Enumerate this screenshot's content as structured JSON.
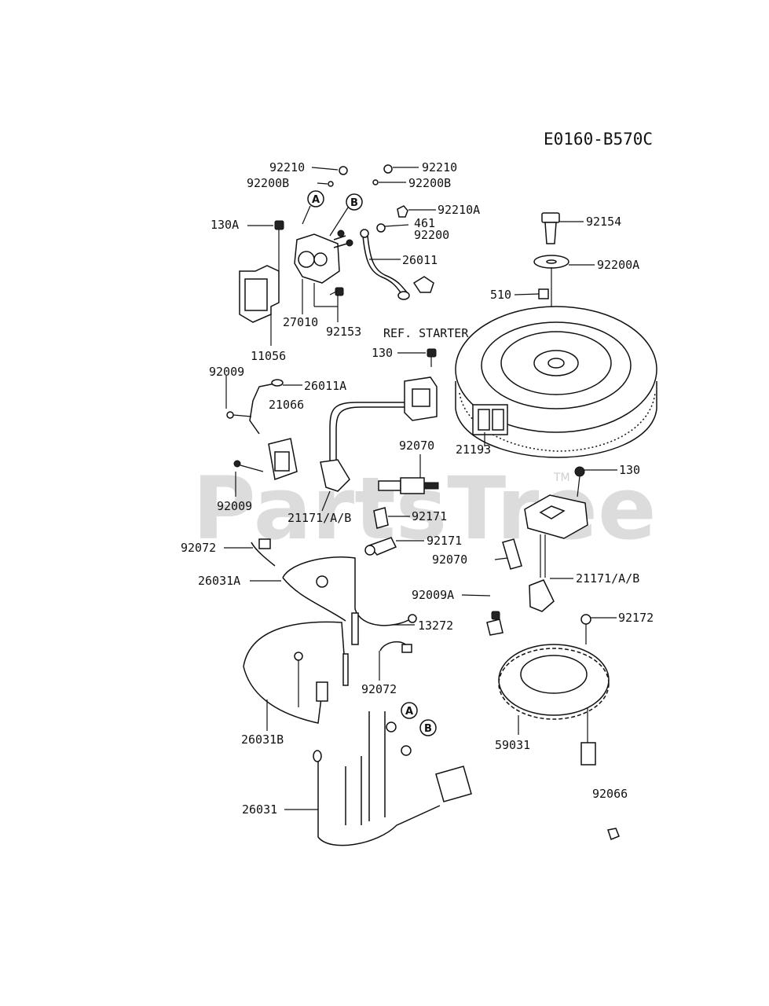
{
  "diagram_code": "E0160-B570C",
  "watermark": {
    "text": "PartsTree",
    "trademark": "TM"
  },
  "reference_note": "REF. STARTER",
  "callouts": [
    "A",
    "B"
  ],
  "part_labels": {
    "p92210_left": "92210",
    "p92210_right": "92210",
    "p92200B_left": "92200B",
    "p92200B_right": "92200B",
    "p92210A": "92210A",
    "p461": "461",
    "p92200": "92200",
    "p130A": "130A",
    "p26011": "26011",
    "p27010": "27010",
    "p92153": "92153",
    "p11056": "11056",
    "p92154": "92154",
    "p92200A": "92200A",
    "p510": "510",
    "p130_top": "130",
    "p92009_top": "92009",
    "p26011A": "26011A",
    "p21066": "21066",
    "p92070_top": "92070",
    "p21193": "21193",
    "p130_right": "130",
    "p92009_bottom": "92009",
    "p21171_left": "21171/A/B",
    "p92171_a": "92171",
    "p92072_top": "92072",
    "p92171_b": "92171",
    "p92070_right": "92070",
    "p26031A": "26031A",
    "p21171_right": "21171/A/B",
    "p92009A": "92009A",
    "p13272": "13272",
    "p92172": "92172",
    "p92072_bottom": "92072",
    "p59031": "59031",
    "p26031B": "26031B",
    "p92066": "92066",
    "p26031": "26031"
  }
}
